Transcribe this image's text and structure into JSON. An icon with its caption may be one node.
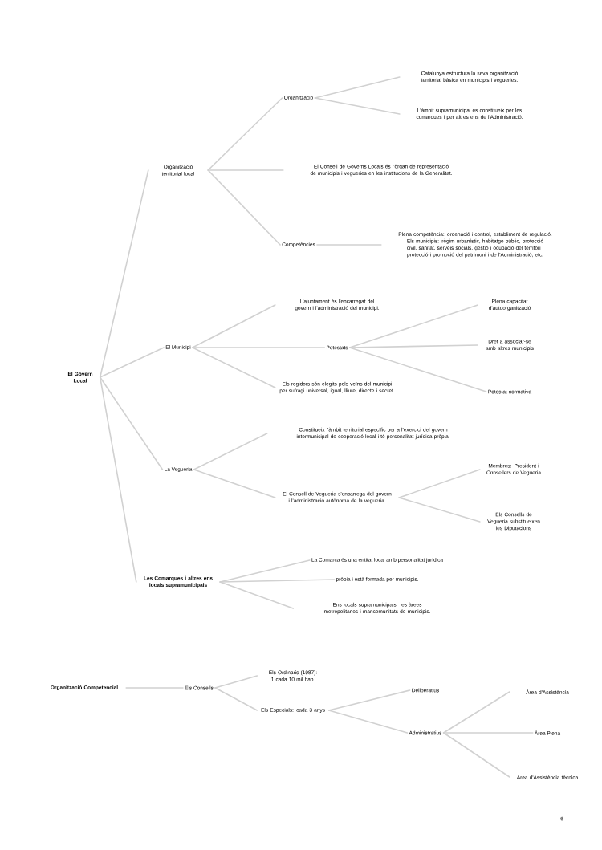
{
  "diagram": {
    "nodes": [
      {
        "text": [
          "El Govern Local"
        ]
      },
      {
        "text": [
          "Organització territorial local"
        ]
      },
      {
        "text": [
          "Organització"
        ]
      },
      {
        "text": [
          "Catalunya estructura la seva organització territorial bàsica en municipis i vegueries."
        ]
      },
      {
        "text": [
          "L'àmbit supramunicipal es constitueix per les comarques i per altres ens de l'Administració."
        ]
      },
      {
        "text": [
          "El Consell de Governs Locals és l'òrgan de representació de municipis i vegueries en les institucions de la Generalitat."
        ]
      },
      {
        "text": [
          "Competències"
        ]
      },
      {
        "text": [
          "Plena competència: ordenació i control, establiment de regulació. Els municipis: règim urbanístic, habitatge públic, protecció civil, sanitat, serveis socials, gestió i ocupació del territori i protecció i promoció del patrimoni i de l'Administració, etc."
        ]
      },
      {
        "text": [
          "El Municipi"
        ]
      },
      {
        "text": [
          "L'ajuntament és l'encarregat del govern i l'administració del municipi."
        ]
      },
      {
        "text": [
          "Potestats"
        ]
      },
      {
        "text": [
          "Els regidors són elegits pels veïns del municipi per sufragi universal, igual, lliure, directe i secret."
        ]
      },
      {
        "text": [
          "Plena capacitat d'autoorganització"
        ]
      },
      {
        "text": [
          "Dret a associar-se amb altres municipis"
        ]
      },
      {
        "text": [
          "Potestat normativa"
        ]
      },
      {
        "text": [
          "La Vegueria"
        ]
      },
      {
        "text": [
          "Constitueix l'àmbit territorial específic per a l'exercici del govern intermunicipal de cooperació local i té personalitat jurídica pròpia."
        ]
      },
      {
        "text": [
          "El Consell de Vegueria s'encarrega del govern i l'administració autònoma de la vegueria."
        ]
      },
      {
        "text": [
          "Membres: President i Consellers de Vegueria"
        ]
      },
      {
        "text": [
          "Els Consells de Vegueria substitueixen les Diputacions"
        ]
      },
      {
        "text": [
          "Les Comarques i altres ens locals supramunicipals"
        ]
      },
      {
        "text": [
          "La Comarca és una entitat local amb personalitat jurídica"
        ]
      },
      {
        "text": [
          "pròpia i està formada per municipis."
        ]
      },
      {
        "text": [
          "Ens locals supramunicipals: les àrees metropolitanes i mancomunitats de municipis."
        ]
      },
      {
        "text": [
          "Organització Competencial"
        ]
      },
      {
        "text": [
          "Els Consells"
        ]
      },
      {
        "text": [
          "Els Ordinaris (1987): 1 cada 10 mil hab."
        ]
      },
      {
        "text": [
          "Els Especials: cada 3 anys"
        ]
      },
      {
        "text": [
          "Deliberatius"
        ]
      },
      {
        "text": [
          "Administratius"
        ]
      },
      {
        "text": [
          "Àrea d'Assistència"
        ]
      },
      {
        "text": [
          "Àrea Plena"
        ]
      },
      {
        "text": [
          "Àrea d'Assistència tècnica"
        ]
      }
    ],
    "edges": [
      {
        "from": 0,
        "to": 1,
        "arrow": "none"
      },
      {
        "from": 0,
        "to": 8,
        "arrow": "none"
      },
      {
        "from": 0,
        "to": 15,
        "arrow": "none"
      },
      {
        "from": 0,
        "to": 20,
        "arrow": "none"
      },
      {
        "from": 1,
        "to": 2,
        "arrow": "none"
      },
      {
        "from": 1,
        "to": 5,
        "arrow": "none"
      },
      {
        "from": 1,
        "to": 6,
        "arrow": "none"
      },
      {
        "from": 2,
        "to": 3,
        "arrow": "none"
      },
      {
        "from": 2,
        "to": 4,
        "arrow": "none"
      },
      {
        "from": 6,
        "to": 7,
        "arrow": "none"
      },
      {
        "from": 8,
        "to": 9,
        "arrow": "none"
      },
      {
        "from": 8,
        "to": 10,
        "arrow": "none"
      },
      {
        "from": 8,
        "to": 11,
        "arrow": "none"
      },
      {
        "from": 10,
        "to": 12,
        "arrow": "none"
      },
      {
        "from": 10,
        "to": 13,
        "arrow": "none"
      },
      {
        "from": 10,
        "to": 14,
        "arrow": "none"
      },
      {
        "from": 15,
        "to": 16,
        "arrow": "none"
      },
      {
        "from": 15,
        "to": 17,
        "arrow": "none"
      },
      {
        "from": 17,
        "to": 18,
        "arrow": "none"
      },
      {
        "from": 17,
        "to": 19,
        "arrow": "none"
      },
      {
        "from": 20,
        "to": 21,
        "arrow": "none"
      },
      {
        "from": 20,
        "to": 22,
        "arrow": "none"
      },
      {
        "from": 20,
        "to": 23,
        "arrow": "none"
      },
      {
        "from": 24,
        "to": 25,
        "arrow": "none"
      },
      {
        "from": 25,
        "to": 26,
        "arrow": "none"
      },
      {
        "from": 25,
        "to": 27,
        "arrow": "none"
      },
      {
        "from": 27,
        "to": 28,
        "arrow": "none"
      },
      {
        "from": 27,
        "to": 29,
        "arrow": "none"
      },
      {
        "from": 29,
        "to": 30,
        "arrow": "none"
      },
      {
        "from": 29,
        "to": 31,
        "arrow": "none"
      },
      {
        "from": 29,
        "to": 32,
        "arrow": "none"
      }
    ],
    "labels": [
      "6"
    ]
  }
}
